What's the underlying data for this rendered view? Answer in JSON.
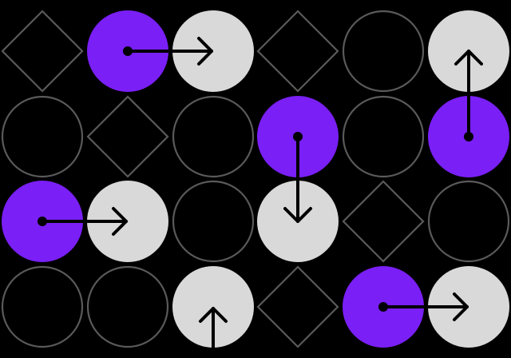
{
  "colors": {
    "background": "#000000",
    "outline": "#5a5a5a",
    "accent": "#7a1ff5",
    "light": "#d9d9d9",
    "arrow": "#000000"
  },
  "grid": {
    "rows": 4,
    "cols": 6,
    "cells": [
      [
        "diamond",
        "accent",
        "light",
        "diamond",
        "circle",
        "light"
      ],
      [
        "circle",
        "diamond",
        "circle",
        "accent",
        "circle",
        "accent"
      ],
      [
        "accent",
        "light",
        "circle",
        "light",
        "diamond",
        "circle"
      ],
      [
        "circle",
        "circle",
        "light",
        "diamond",
        "accent",
        "light"
      ]
    ]
  },
  "arrows": [
    {
      "from": [
        0,
        1
      ],
      "to": [
        0,
        2
      ],
      "direction": "right"
    },
    {
      "from": [
        1,
        5
      ],
      "to": [
        0,
        5
      ],
      "direction": "up"
    },
    {
      "from": [
        1,
        3
      ],
      "to": [
        2,
        3
      ],
      "direction": "down"
    },
    {
      "from": [
        2,
        0
      ],
      "to": [
        2,
        1
      ],
      "direction": "right"
    },
    {
      "from": [
        3,
        4
      ],
      "to": [
        3,
        5
      ],
      "direction": "right"
    },
    {
      "from": null,
      "to": [
        3,
        2
      ],
      "direction": "up"
    }
  ]
}
